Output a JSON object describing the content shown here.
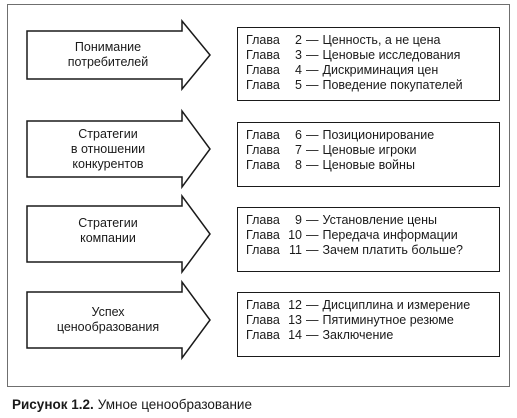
{
  "rows": [
    {
      "label": [
        "Понимание",
        "потребителей"
      ],
      "chapters": [
        {
          "word": "Глава",
          "num": "2",
          "title": "Ценность, а не цена"
        },
        {
          "word": "Глава",
          "num": "3",
          "title": "Ценовые исследования"
        },
        {
          "word": "Глава",
          "num": "4",
          "title": "Дискриминация цен"
        },
        {
          "word": "Глава",
          "num": "5",
          "title": "Поведение покупателей"
        }
      ]
    },
    {
      "label": [
        "Стратегии",
        "в отношении",
        "конкурентов"
      ],
      "chapters": [
        {
          "word": "Глава",
          "num": "6",
          "title": "Позиционирование"
        },
        {
          "word": "Глава",
          "num": "7",
          "title": "Ценовые игроки"
        },
        {
          "word": "Глава",
          "num": "8",
          "title": "Ценовые войны"
        }
      ]
    },
    {
      "label": [
        "Стратегии",
        "компании"
      ],
      "chapters": [
        {
          "word": "Глава",
          "num": "9",
          "title": "Установление цены"
        },
        {
          "word": "Глава",
          "num": "10",
          "title": "Передача информации"
        },
        {
          "word": "Глава",
          "num": "11",
          "title": "Зачем платить больше?"
        }
      ]
    },
    {
      "label": [
        "Успех",
        "ценообразования"
      ],
      "chapters": [
        {
          "word": "Глава",
          "num": "12",
          "title": "Дисциплина и измерение"
        },
        {
          "word": "Глава",
          "num": "13",
          "title": "Пятиминутное резюме"
        },
        {
          "word": "Глава",
          "num": "14",
          "title": "Заключение"
        }
      ]
    }
  ],
  "dash": "—",
  "caption": {
    "label": "Рисунок 1.2.",
    "text": "Умное ценообразование"
  }
}
